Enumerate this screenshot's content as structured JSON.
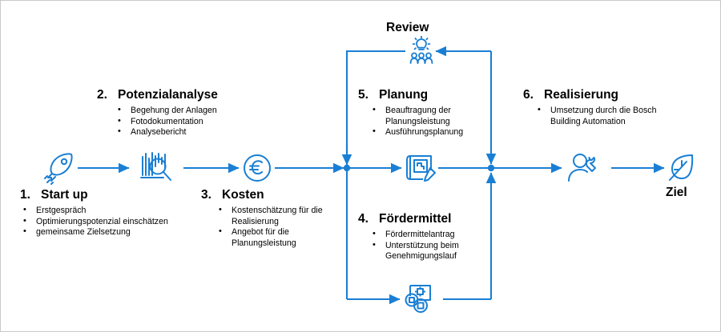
{
  "diagram": {
    "title_review": "Review",
    "title_goal": "Ziel",
    "accent_color": "#1a7fd4",
    "text_color": "#000000",
    "background": "#ffffff",
    "steps": [
      {
        "number": "1.",
        "title": "Start up",
        "icon": "rocket-icon",
        "bullets": [
          "Erstgespräch",
          "Optimierungspotenzial einschätzen",
          "gemeinsame Zielsetzung"
        ]
      },
      {
        "number": "2.",
        "title": "Potenzialanalyse",
        "icon": "bar-chart-magnifier-icon",
        "bullets": [
          "Begehung der Anlagen",
          "Fotodokumentation",
          "Analysebericht"
        ]
      },
      {
        "number": "3.",
        "title": "Kosten",
        "icon": "euro-coin-icon",
        "bullets": [
          "Kostenschätzung für die Realisierung",
          "Angebot für die Planungsleistung"
        ]
      },
      {
        "number": "4.",
        "title": "Fördermittel",
        "icon": "funding-coins-icon",
        "bullets": [
          "Fördermittelantrag",
          "Unterstützung beim Genehmigungslauf"
        ]
      },
      {
        "number": "5.",
        "title": "Planung",
        "icon": "blueprint-pencil-icon",
        "bullets": [
          "Beauftragung der Planungsleistung",
          "Ausführungsplanung"
        ]
      },
      {
        "number": "6.",
        "title": "Realisierung",
        "icon": "technician-icon",
        "bullets": [
          "Umsetzung durch die Bosch Building Automation"
        ]
      }
    ],
    "review": {
      "label": "Review",
      "icon": "lightbulb-people-icon"
    },
    "goal": {
      "label": "Ziel",
      "icon": "leaf-icon"
    }
  }
}
